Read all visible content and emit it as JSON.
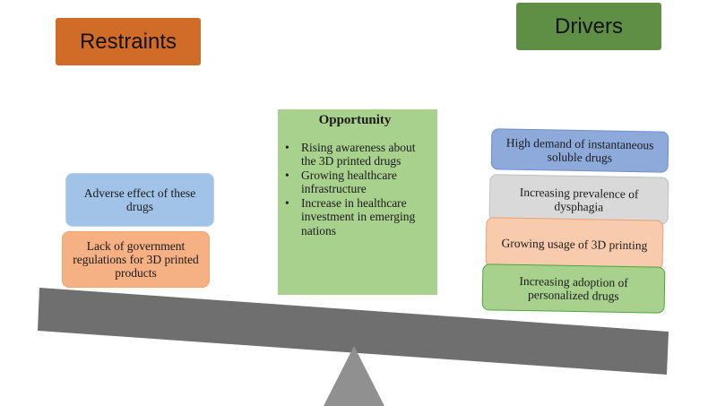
{
  "restraints": {
    "title": "Restraints",
    "items": [
      "Adverse effect of these drugs",
      "Lack of government regulations for 3D printed products"
    ]
  },
  "drivers": {
    "title": "Drivers",
    "items": [
      "High demand of instantaneous soluble drugs",
      "Increasing prevalence of dysphagia",
      "Growing usage of 3D printing",
      "Increasing adoption of personalized drugs"
    ]
  },
  "opportunity": {
    "title": "Opportunity",
    "items": [
      "Rising awareness about the 3D printed drugs",
      "Growing healthcare infrastructure",
      "Increase in healthcare investment in emerging nations"
    ]
  },
  "colors": {
    "restraints_header": "#d06b28",
    "drivers_header": "#5f8f45",
    "restraint_blue": "#a2c3e8",
    "restraint_orange": "#f5b183",
    "driver_blue": "#8eaadb",
    "driver_gray": "#d9d9d9",
    "driver_peach": "#f8cbad",
    "driver_green": "#a9d18e",
    "beam": "#6f6f6f",
    "fulcrum": "#909090"
  }
}
